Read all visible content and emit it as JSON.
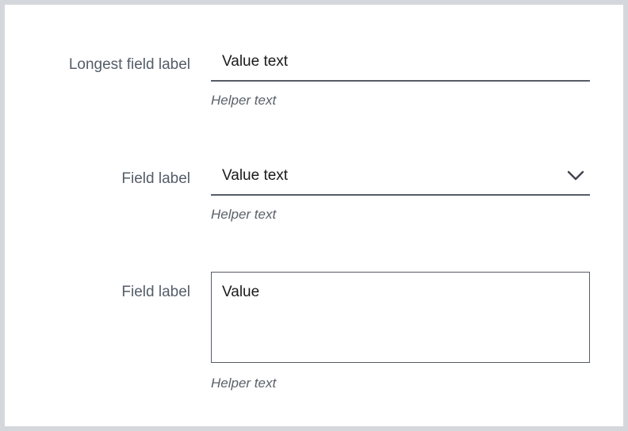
{
  "colors": {
    "page_background": "#d4d8dc",
    "canvas_background": "#ffffff",
    "label_text": "#545d68",
    "value_text": "#1a1a1a",
    "helper_text": "#5a6169",
    "rule_line": "#565c66"
  },
  "form": {
    "fields": [
      {
        "type": "text-input",
        "label": "Longest field label",
        "value": "Value text",
        "helper": "Helper text"
      },
      {
        "type": "select",
        "label": "Field label",
        "value": "Value text",
        "helper": "Helper text",
        "icon": "chevron-down-icon"
      },
      {
        "type": "textarea",
        "label": "Field label",
        "value": "Value",
        "helper": "Helper text"
      }
    ]
  }
}
